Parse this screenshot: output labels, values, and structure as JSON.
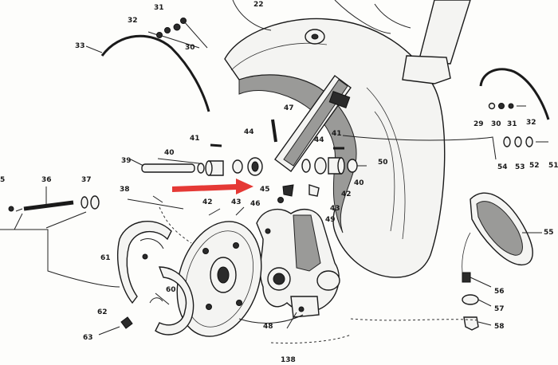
{
  "diagram": {
    "page_number": "138",
    "arrow_color": "#e53935",
    "callouts": {
      "c5": "5",
      "c22": "22",
      "c29": "29",
      "c30a": "30",
      "c30b": "30",
      "c31a": "31",
      "c31b": "31",
      "c32a": "32",
      "c32b": "32",
      "c33": "33",
      "c36": "36",
      "c37": "37",
      "c38": "38",
      "c39": "39",
      "c40a": "40",
      "c40b": "40",
      "c41a": "41",
      "c41b": "41",
      "c42a": "42",
      "c42b": "42",
      "c43a": "43",
      "c43b": "43",
      "c44a": "44",
      "c44b": "44",
      "c45": "45",
      "c46": "46",
      "c47": "47",
      "c48": "48",
      "c49": "49",
      "c50": "50",
      "c51": "51",
      "c52": "52",
      "c53": "53",
      "c54": "54",
      "c55": "55",
      "c56": "56",
      "c57": "57",
      "c58": "58",
      "c60": "60",
      "c61": "61",
      "c62": "62",
      "c63": "63"
    }
  }
}
